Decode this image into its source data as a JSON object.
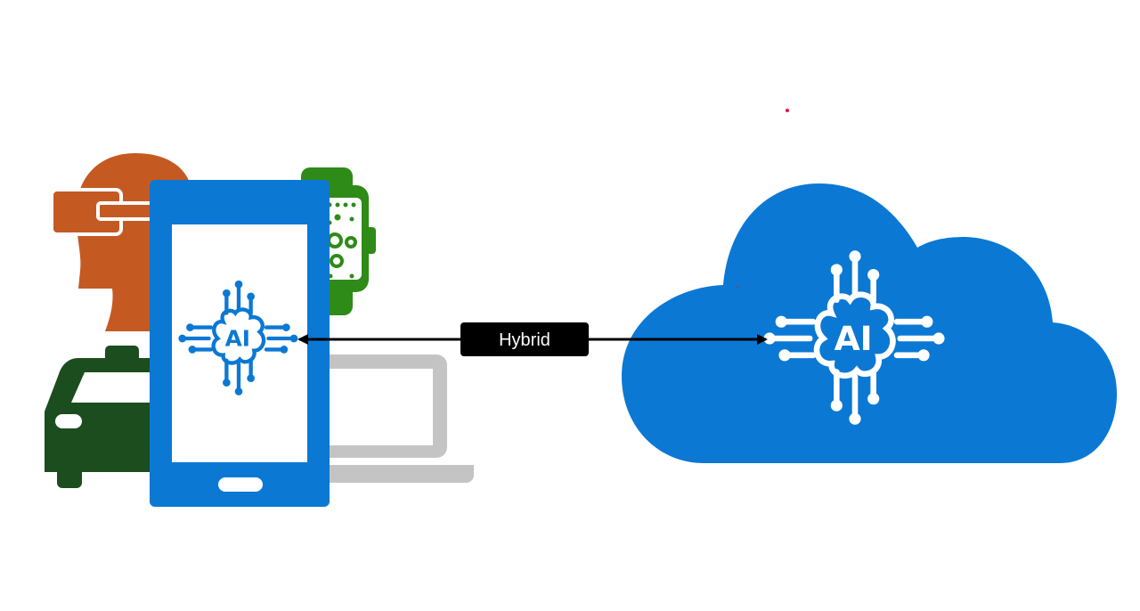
{
  "connection": {
    "label": "Hybrid"
  },
  "device_ai": {
    "label": "AI"
  },
  "cloud_ai": {
    "label": "AI"
  },
  "colors": {
    "primary_blue": "#0b78d4",
    "head_orange": "#c45a22",
    "watch_green": "#2e8b17",
    "car_green": "#1b4d1f",
    "laptop_gray": "#c4c4c4",
    "label_bg": "#000000"
  },
  "icons": [
    "vr-headset-head-icon",
    "smartwatch-icon",
    "car-icon",
    "laptop-icon",
    "smartphone-icon",
    "cloud-icon",
    "ai-brain-circuit-icon"
  ]
}
